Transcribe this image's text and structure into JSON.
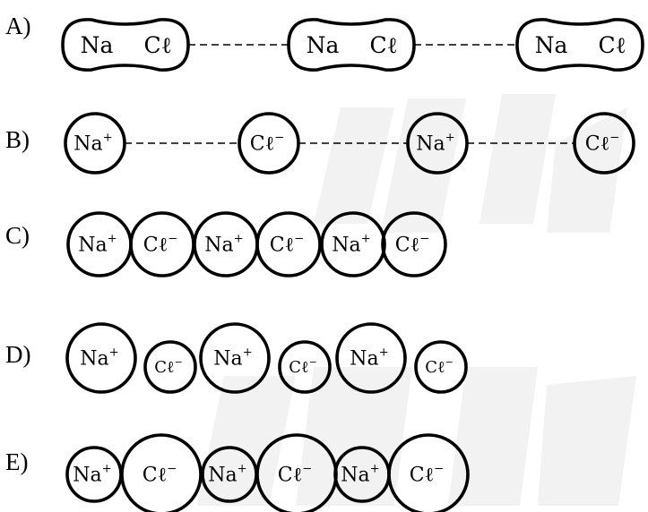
{
  "options": [
    {
      "label": "A)",
      "type": "molecule-chain",
      "molecules": [
        {
          "atom1": "Na",
          "atom2": "Cℓ"
        },
        {
          "atom1": "Na",
          "atom2": "Cℓ"
        },
        {
          "atom1": "Na",
          "atom2": "Cℓ"
        }
      ]
    },
    {
      "label": "B)",
      "type": "spaced-ions",
      "ions": [
        {
          "symbol": "Na",
          "charge": "+"
        },
        {
          "symbol": "Cℓ",
          "charge": "−"
        },
        {
          "symbol": "Na",
          "charge": "+"
        },
        {
          "symbol": "Cℓ",
          "charge": "−"
        }
      ]
    },
    {
      "label": "C)",
      "type": "touching-ions",
      "ions": [
        {
          "symbol": "Na",
          "charge": "+"
        },
        {
          "symbol": "Cℓ",
          "charge": "−"
        },
        {
          "symbol": "Na",
          "charge": "+"
        },
        {
          "symbol": "Cℓ",
          "charge": "−"
        },
        {
          "symbol": "Na",
          "charge": "+"
        },
        {
          "symbol": "Cℓ",
          "charge": "−"
        }
      ]
    },
    {
      "label": "D)",
      "type": "touching-ions",
      "ions": [
        {
          "symbol": "Na",
          "charge": "+"
        },
        {
          "symbol": "Cℓ",
          "charge": "−"
        },
        {
          "symbol": "Na",
          "charge": "+"
        },
        {
          "symbol": "Cℓ",
          "charge": "−"
        },
        {
          "symbol": "Na",
          "charge": "+"
        },
        {
          "symbol": "Cℓ",
          "charge": "−"
        }
      ]
    },
    {
      "label": "E)",
      "type": "touching-ions",
      "ions": [
        {
          "symbol": "Na",
          "charge": "+"
        },
        {
          "symbol": "Cℓ",
          "charge": "−"
        },
        {
          "symbol": "Na",
          "charge": "+"
        },
        {
          "symbol": "Cℓ",
          "charge": "−"
        },
        {
          "symbol": "Na",
          "charge": "+"
        },
        {
          "symbol": "Cℓ",
          "charge": "−"
        }
      ]
    }
  ]
}
